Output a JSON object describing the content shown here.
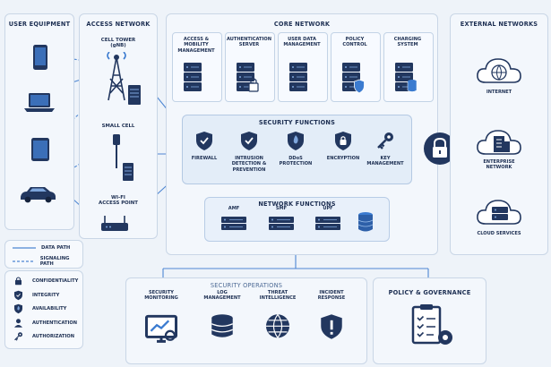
{
  "sections": {
    "user_equipment": "USER EQUIPMENT",
    "access_network": "ACCESS NETWORK",
    "core_network": "CORE NETWORK",
    "external_networks": "EXTERNAL NETWORKS",
    "security_functions": "SECURITY FUNCTIONS",
    "network_functions": "NETWORK FUNCTIONS",
    "security_operations": "SECURITY OPERATIONS",
    "policy_governance": "POLICY & GOVERNANCE"
  },
  "access": {
    "cell_tower": [
      "CELL TOWER",
      "(gNB)"
    ],
    "small_cell": "SMALL CELL",
    "wifi": [
      "WI-FI",
      "ACCESS POINT"
    ]
  },
  "core_servers": [
    {
      "label": [
        "ACCESS &",
        "MOBILITY",
        "MANAGEMENT"
      ]
    },
    {
      "label": [
        "AUTHENTICATION",
        "SERVER"
      ]
    },
    {
      "label": [
        "USER DATA",
        "MANAGEMENT"
      ]
    },
    {
      "label": [
        "POLICY",
        "CONTROL"
      ]
    },
    {
      "label": [
        "CHARGING",
        "SYSTEM"
      ]
    }
  ],
  "security_items": [
    {
      "icon": "shield-check-icon",
      "label": [
        "FIREWALL"
      ]
    },
    {
      "icon": "shield-check-icon",
      "label": [
        "INTRUSION",
        "DETECTION &",
        "PREVENTION"
      ]
    },
    {
      "icon": "shield-icon",
      "label": [
        "DDoS",
        "PROTECTION"
      ]
    },
    {
      "icon": "shield-lock-icon",
      "label": [
        "ENCRYPTION"
      ]
    },
    {
      "icon": "key-icon",
      "label": [
        "KEY",
        "MANAGEMENT"
      ]
    }
  ],
  "network_functions": [
    "AMF",
    "SMF",
    "UPF"
  ],
  "external": [
    {
      "icon": "globe-cloud-icon",
      "label": [
        "INTERNET"
      ]
    },
    {
      "icon": "building-cloud-icon",
      "label": [
        "ENTERPRISE",
        "NETWORK"
      ]
    },
    {
      "icon": "server-cloud-icon",
      "label": [
        "CLOUD SERVICES"
      ]
    }
  ],
  "legend": {
    "data_path": "DATA PATH",
    "signaling_path": "SIGNALING PATH"
  },
  "security_properties": [
    {
      "icon": "lock-icon",
      "label": "CONFIDENTIALITY"
    },
    {
      "icon": "shield-check-icon",
      "label": "INTEGRITY"
    },
    {
      "icon": "shield-icon",
      "label": "AVAILABILITY"
    },
    {
      "icon": "user-icon",
      "label": "AUTHENTICATION"
    },
    {
      "icon": "key-icon",
      "label": "AUTHORIZATION"
    }
  ],
  "sec_ops": [
    {
      "icon": "monitor-chart-icon",
      "label": [
        "SECURITY",
        "MONITORING"
      ]
    },
    {
      "icon": "database-icon",
      "label": [
        "LOG",
        "MANAGEMENT"
      ]
    },
    {
      "icon": "globe-icon",
      "label": [
        "THREAT",
        "INTELLIGENCE"
      ]
    },
    {
      "icon": "shield-alert-icon",
      "label": [
        "INCIDENT",
        "RESPONSE"
      ]
    }
  ],
  "colors": {
    "navy": "#22375f",
    "blue": "#3b7bd0",
    "line": "#4d86d3",
    "panel": "#f3f7fc"
  }
}
